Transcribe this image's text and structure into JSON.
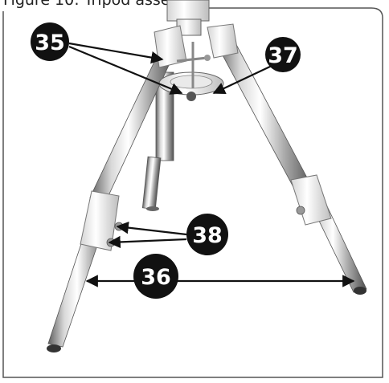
{
  "caption": "Figure 10: Tripod assembly",
  "callouts": {
    "c35": "35",
    "c36": "36",
    "c37": "37",
    "c38": "38"
  },
  "colors": {
    "callout_fill": "#111111",
    "callout_text": "#ffffff",
    "frame": "#555555",
    "metal_dark": "#6d6d6d",
    "metal_light": "#f2f2f2",
    "plastic": "#f7f7f7"
  }
}
